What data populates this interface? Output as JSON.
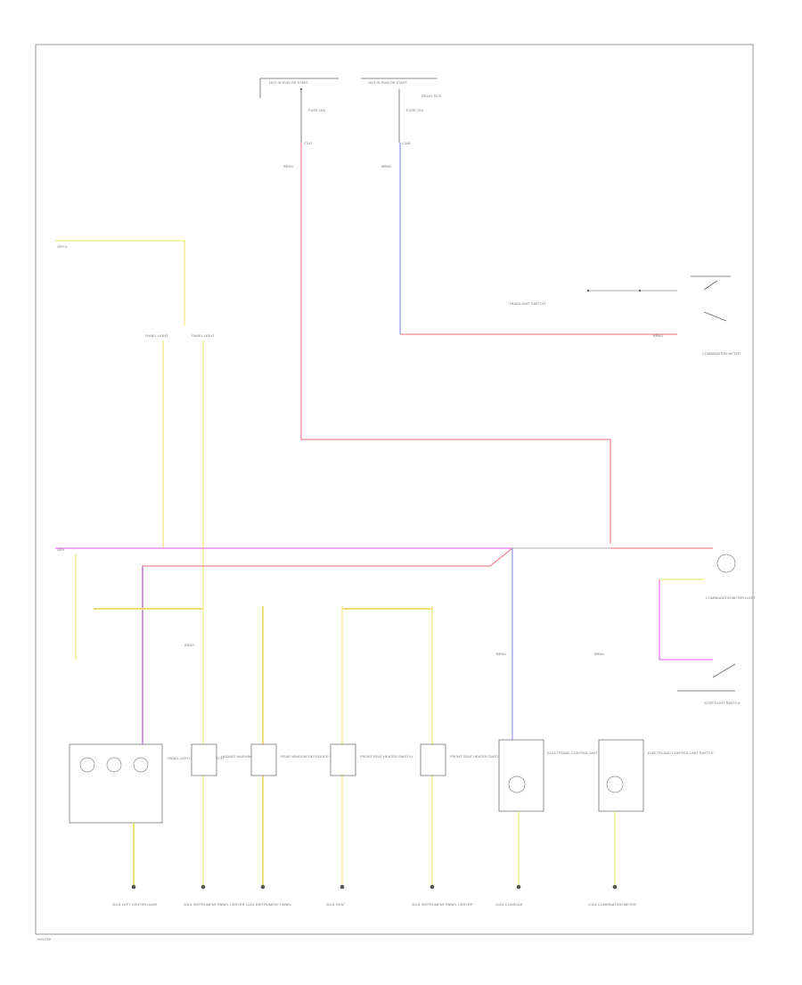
{
  "diagram": {
    "code": "W44769",
    "top_sources": [
      {
        "id": "hot-run-start-1",
        "label": "HOT IN RUN OR START"
      },
      {
        "id": "hot-run-start-2",
        "label": "HOT IN RUN OR START"
      }
    ],
    "fuses": [
      {
        "id": "fuse-1",
        "label": "FUSE 15A"
      },
      {
        "id": "fuse-2",
        "label": "FUSE 10A"
      }
    ],
    "fuse_box_label": "RELAY BOX",
    "connectors": [
      "C247",
      "C248"
    ],
    "wire_labels": [
      "BRN/L",
      "BRN/L",
      "BRN/L",
      "BRN/L",
      "BRN/L",
      "BRN/L"
    ],
    "left_wire_labels": {
      "top": "GRY/L",
      "bottom": "GRY"
    },
    "bulb_labels": [
      "PANEL LIGHT",
      "PANEL LIGHT"
    ],
    "right_components": {
      "dimmer": "HEADLIGHT SWITCH",
      "combination_meter": "COMBINATION METER",
      "combination_light": "COMBINATION METER LIGHT",
      "stop_switch": "STOP LIGHT SWITCH"
    },
    "lower_switches": [
      "PANEL LIGHT CONTROL SWITCH",
      "HAZARD WARNING SWITCH",
      "REAR WINDOW DEFOGGER SWITCH",
      "FRONT SEAT HEATER SWITCH",
      "FRONT SEAT HEATER SWITCH",
      "ELECTRONIC CONTROL UNIT SWITCH",
      "ELECTRONIC CONTROL UNIT SWITCH"
    ],
    "grounds": [
      "G201 LEFT CENTER DASH",
      "G301 INSTRUMENT PANEL CENTER",
      "G201 INSTRUMENT PANEL",
      "G201 SEAT",
      "G201 INSTRUMENT PANEL CENTER",
      "G201 CONSOLE",
      "G101 COMBINATION METER"
    ]
  }
}
